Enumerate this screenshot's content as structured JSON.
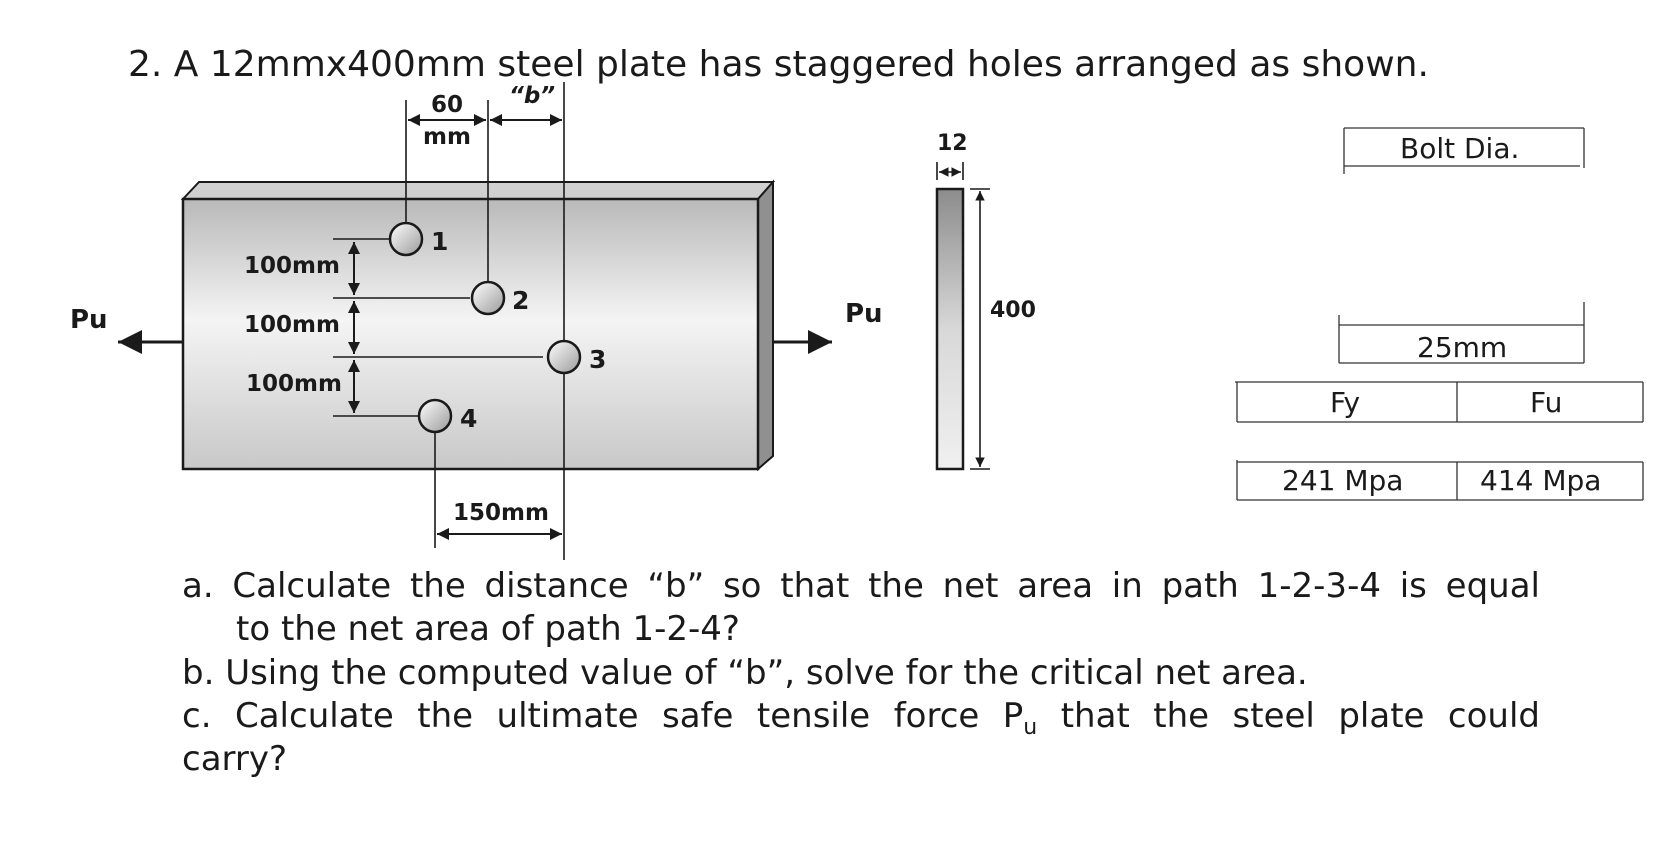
{
  "problem": {
    "title": "2. A 12mmx400mm steel plate has staggered holes arranged as shown."
  },
  "figure": {
    "left_load": "Pu",
    "right_load": "Pu",
    "dim_60": "60",
    "dim_60_unit": "mm",
    "dim_b": "“b”",
    "spacing_1": "100mm",
    "spacing_2": "100mm",
    "spacing_3": "100mm",
    "horizontal_dim": "150mm",
    "holes": [
      "1",
      "2",
      "3",
      "4"
    ],
    "section_thickness": "12",
    "section_width": "400"
  },
  "properties": {
    "bolt_header": "Bolt Dia.",
    "bolt_value": "25mm",
    "fy_header": "Fy",
    "fu_header": "Fu",
    "fy_value": "241 Mpa",
    "fu_value": "414 Mpa"
  },
  "questions": {
    "a_line1": "a. Calculate the distance “b” so that the net area in path 1-2-3-4 is equal",
    "a_line2": "to the net area of path 1-2-4?",
    "b": "b. Using the computed value of “b”, solve for the critical net area.",
    "c_part1": "c. Calculate the ultimate safe tensile force P",
    "c_sub": "u",
    "c_part2": " that the steel plate could",
    "c_line2": "carry?"
  }
}
